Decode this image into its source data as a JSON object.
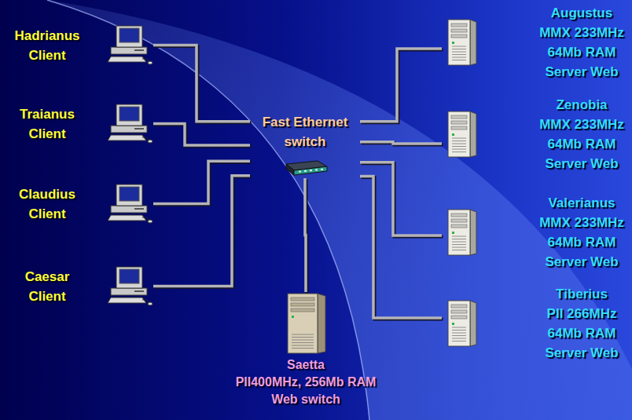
{
  "diagram": {
    "nodes": [
      {
        "text": [
          "Hadrianus",
          "Client"
        ]
      },
      {
        "text": [
          "Traianus",
          "Client"
        ]
      },
      {
        "text": [
          "Claudius",
          "Client"
        ]
      },
      {
        "text": [
          "Caesar",
          "Client"
        ]
      },
      {
        "text": [
          "Fast Ethernet switch"
        ]
      },
      {
        "text": [
          "Augustus",
          "MMX 233MHz",
          "64Mb RAM",
          "Server Web"
        ]
      },
      {
        "text": [
          "Zenobia",
          "MMX 233MHz",
          "64Mb RAM",
          "Server Web"
        ]
      },
      {
        "text": [
          "Valerianus",
          "MMX 233MHz",
          "64Mb RAM",
          "Server Web"
        ]
      },
      {
        "text": [
          "Tiberius",
          "PII 266MHz",
          "64Mb RAM",
          "Server Web"
        ]
      },
      {
        "text": [
          "Saetta",
          "PII400MHz, 256Mb RAM",
          "Web switch"
        ]
      }
    ],
    "edges": [
      {
        "from": 0,
        "to": 4,
        "arrow": "none"
      },
      {
        "from": 1,
        "to": 4,
        "arrow": "none"
      },
      {
        "from": 2,
        "to": 4,
        "arrow": "none"
      },
      {
        "from": 3,
        "to": 4,
        "arrow": "none"
      },
      {
        "from": 4,
        "to": 5,
        "arrow": "none"
      },
      {
        "from": 4,
        "to": 6,
        "arrow": "none"
      },
      {
        "from": 4,
        "to": 7,
        "arrow": "none"
      },
      {
        "from": 4,
        "to": 8,
        "arrow": "none"
      },
      {
        "from": 4,
        "to": 9,
        "arrow": "none"
      }
    ]
  }
}
